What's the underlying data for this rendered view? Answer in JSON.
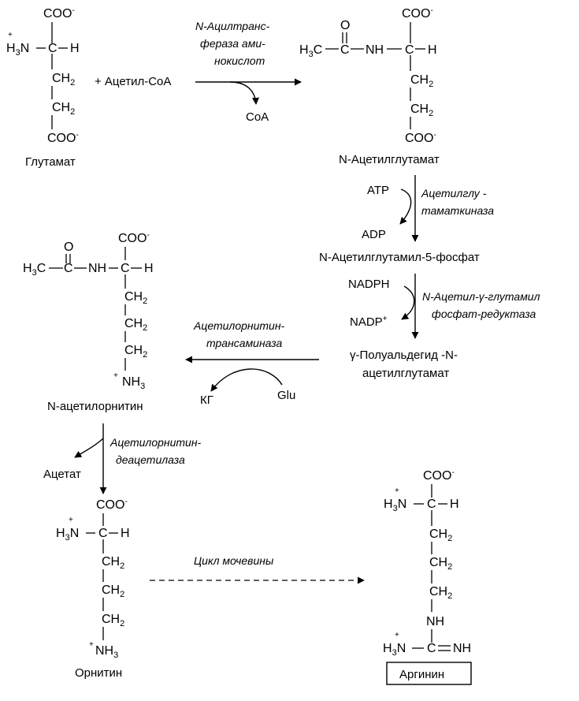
{
  "chem": {
    "coo": "COO",
    "charge_minus": "-",
    "charge_plus": "+",
    "h": "H",
    "ch": "CH",
    "sub2": "2",
    "sub3": "3",
    "n": "N",
    "h3": "H",
    "nh": "NH",
    "nh3": "NH",
    "c": "C",
    "o": "O",
    "dbl_nh": "NH"
  },
  "labels": {
    "acetyl_coa": "+ Ацетил-CoA",
    "coa": "CoA",
    "glutamate": "Глутамат",
    "n_acetylglutamate": "N-Ацетилглутамат",
    "atp": "ATP",
    "adp": "ADP",
    "n_acetylglutamyl_phosphate": "N-Ацетилглутамил-5-фосфат",
    "nadph": "NADPH",
    "nadp": "NADP",
    "gamma_semialdehyde_1": "γ-Полуальдегид -N-",
    "gamma_semialdehyde_2": "ацетилглутамат",
    "kg": "КГ",
    "glu": "Glu",
    "n_acetylornithine": "N-ацетилорнитин",
    "acetate": "Ацетат",
    "ornithine": "Орнитин",
    "arginine": "Аргинин"
  },
  "enzymes": {
    "e1": [
      "N-Ацилтранс-",
      "фераза ами-",
      "нокислот"
    ],
    "e2": [
      "Ацетилглу -",
      "таматкиназа"
    ],
    "e3": [
      "N-Ацетил-γ-глутамил",
      "фосфат-редуктаза"
    ],
    "e4": [
      "Ацетилорнитин-",
      "трансаминаза"
    ],
    "e5": [
      "Ацетилорнитин-",
      "деацетилаза"
    ],
    "urea_cycle": "Цикл мочевины"
  }
}
